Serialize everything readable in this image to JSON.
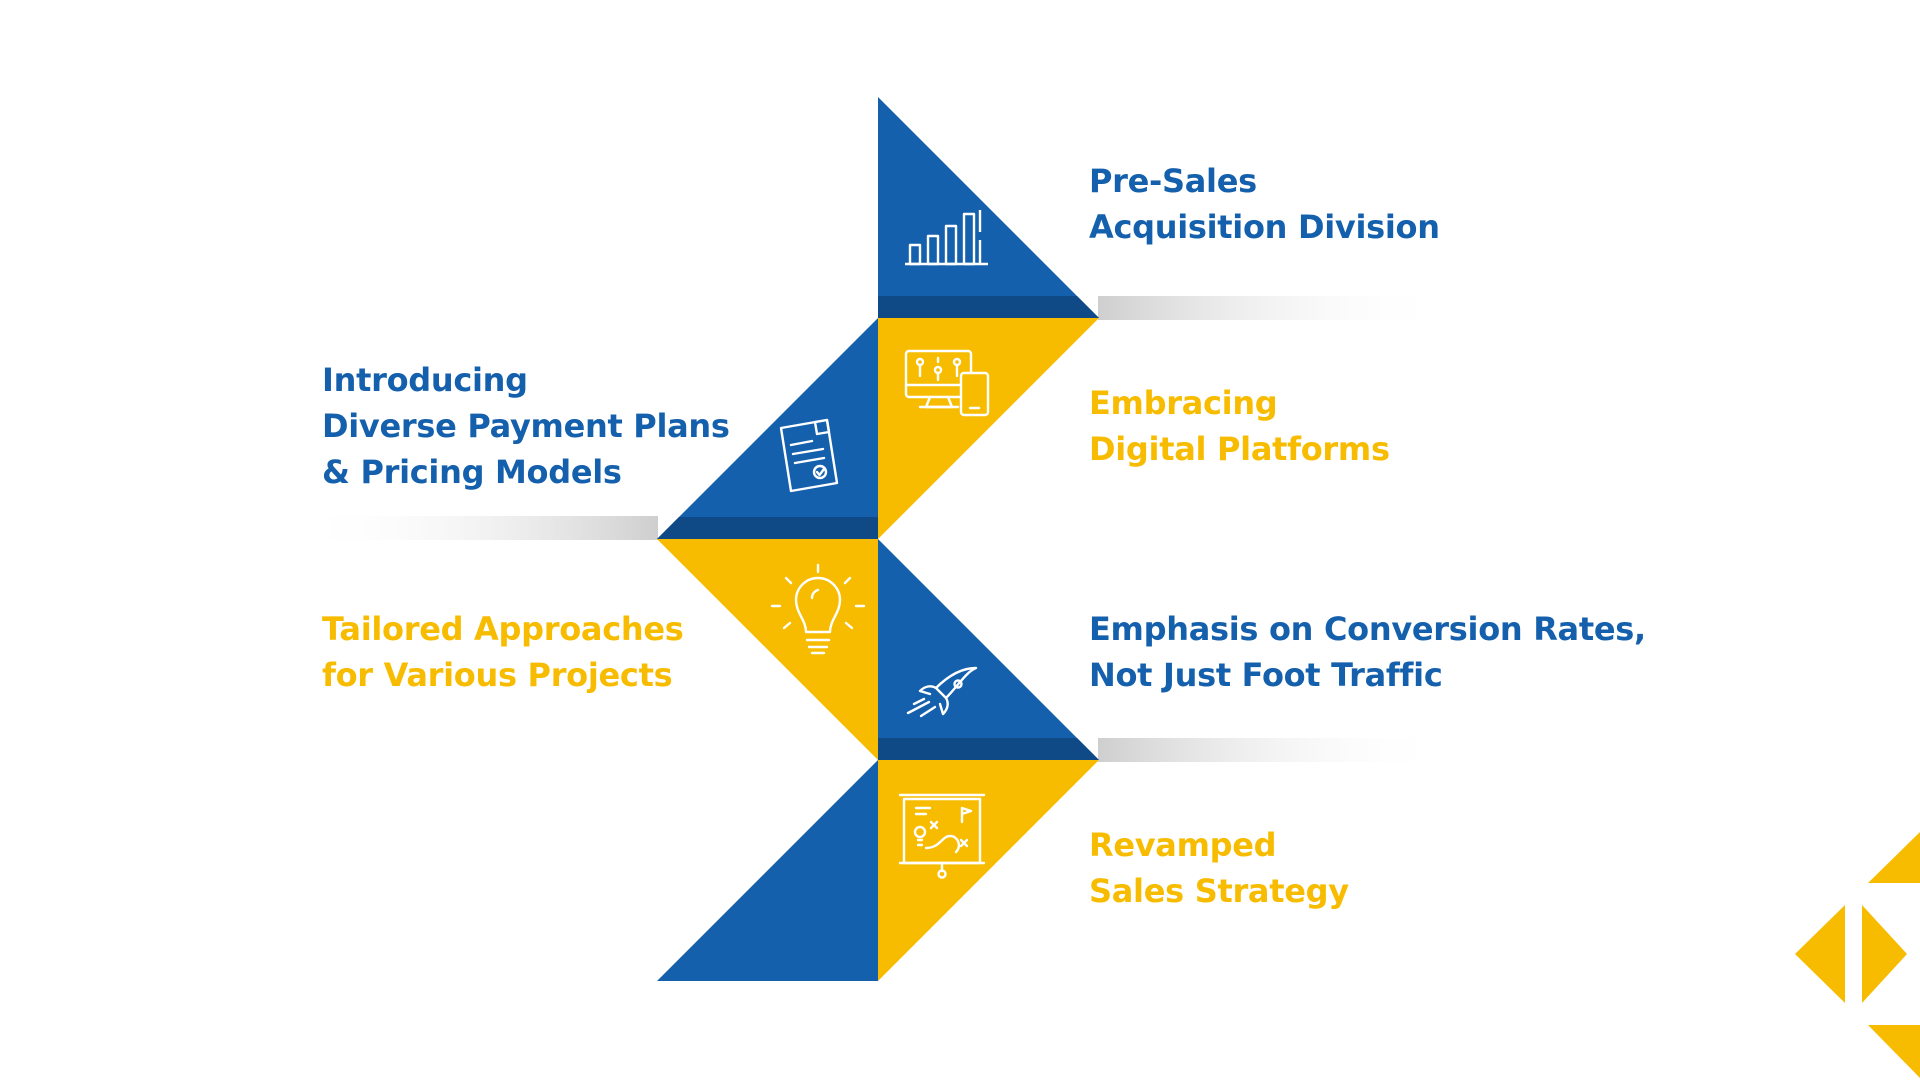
{
  "colors": {
    "blue": "#1560AC",
    "yellow": "#F7BC00",
    "blue_shadow": "#0F4A86",
    "yellow_shadow": "#D99F00",
    "icon_stroke": "#ffffff"
  },
  "steps": [
    {
      "id": "presales",
      "lines": [
        "Pre-Sales",
        "Acquisition Division"
      ],
      "color": "blue",
      "icon": "bar-chart-icon"
    },
    {
      "id": "digital",
      "lines": [
        "Embracing",
        "Digital Platforms"
      ],
      "color": "yellow",
      "icon": "monitor-phone-icon"
    },
    {
      "id": "payment",
      "lines": [
        "Introducing",
        "Diverse Payment Plans",
        "& Pricing Models"
      ],
      "color": "blue",
      "icon": "document-check-icon"
    },
    {
      "id": "tailored",
      "lines": [
        "Tailored Approaches",
        "for Various Projects"
      ],
      "color": "yellow",
      "icon": "lightbulb-icon"
    },
    {
      "id": "conversion",
      "lines": [
        "Emphasis on Conversion Rates,",
        "Not Just Foot Traffic"
      ],
      "color": "blue",
      "icon": "rocket-icon"
    },
    {
      "id": "strategy",
      "lines": [
        "Revamped",
        "Sales Strategy"
      ],
      "color": "yellow",
      "icon": "strategy-board-icon"
    }
  ]
}
